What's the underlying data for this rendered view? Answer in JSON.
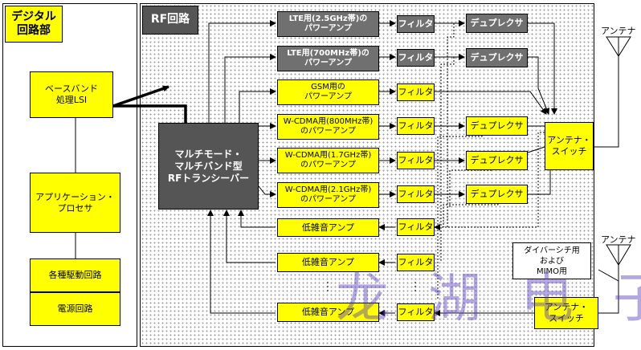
{
  "regions": {
    "digital": "デジタル\n回路部",
    "rf": "RF回路"
  },
  "digital_blocks": {
    "baseband": "ベースバンド\n処理LSI",
    "app_processor": "アプリケーション・\nプロセサ",
    "drivers": "各種駆動回路",
    "power": "電源回路"
  },
  "transceiver": "マルチモード・\nマルチバンド型\nRFトランシーバー",
  "power_amps": [
    "LTE用(2.5GHz帯)の\nパワーアンプ",
    "LTE用(700MHz帯)の\nパワーアンプ",
    "GSM用の\nパワーアンプ",
    "W-CDMA用(800MHz帯)\nのパワーアンプ",
    "W-CDMA用(1.7GHz帯)\nのパワーアンプ",
    "W-CDMA用(2.1GHz帯)\nのパワーアンプ"
  ],
  "lnas": [
    "低雑音アンプ",
    "低雑音アンプ",
    "低雑音アンプ"
  ],
  "filter_label": "フィルタ",
  "duplexer_label": "デュプレクサ",
  "antenna_switch": "アンテナ・\nスイッチ",
  "antenna_label": "アンテナ",
  "diversity_note": "ダイバーシチ用\nおよび\nMIMO用",
  "watermark": "龙 湖 电 子"
}
